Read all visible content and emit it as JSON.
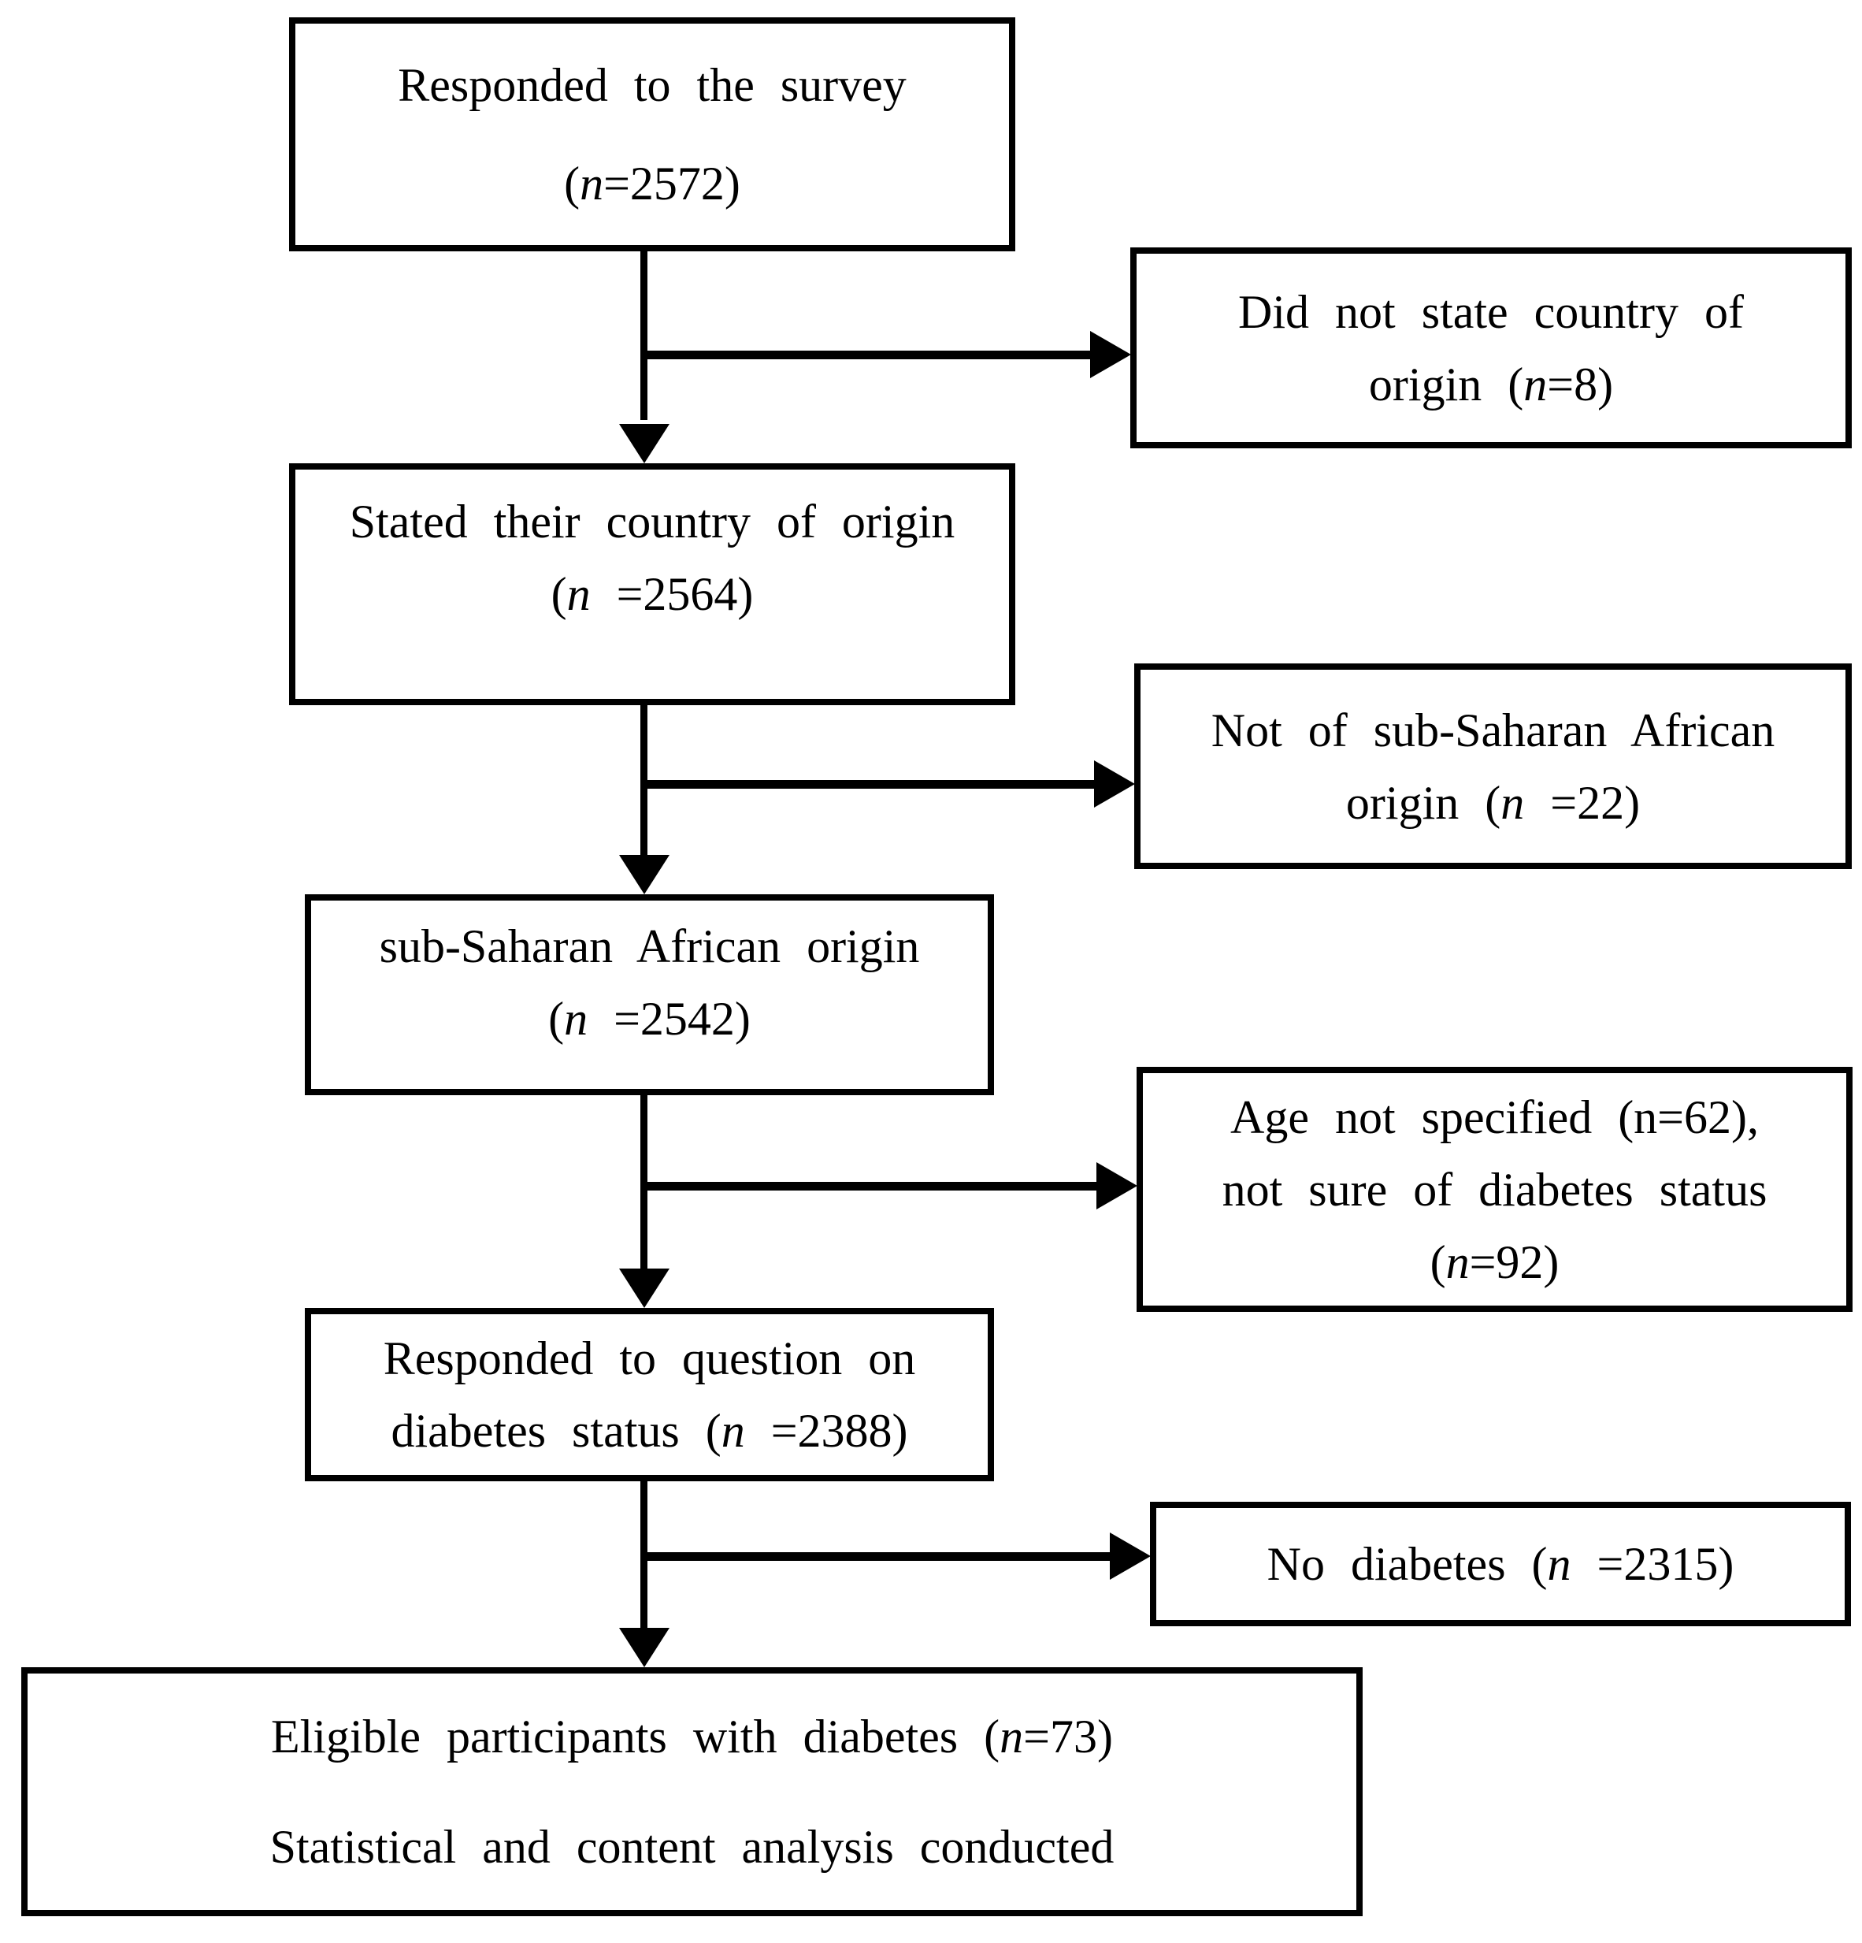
{
  "figure": {
    "type": "flowchart",
    "colors": {
      "background": "#ffffff",
      "stroke": "#000000",
      "text": "#000000"
    },
    "nodes": {
      "responded_survey": {
        "line1": "Responded to the survey",
        "count_pre": "(",
        "count_n": "n",
        "count_rest": "=2572)"
      },
      "did_not_state_country": {
        "line1": "Did not state country of",
        "count_pre": "origin (",
        "count_n": "n",
        "count_rest": "=8)"
      },
      "stated_country": {
        "line1": "Stated their country of origin",
        "count_pre": "(",
        "count_n": "n",
        "count_rest": " =2564)"
      },
      "not_sub_saharan": {
        "line1": "Not of sub-Saharan African",
        "count_pre": "origin (",
        "count_n": "n",
        "count_rest": " =22)"
      },
      "sub_saharan_origin": {
        "line1": "sub-Saharan African origin",
        "count_pre": "(",
        "count_n": "n",
        "count_rest": " =2542)"
      },
      "age_not_specified": {
        "line1": "Age not specified (n=62),",
        "line2": "not sure of diabetes status",
        "count_pre": "(",
        "count_n": "n",
        "count_rest": "=92)"
      },
      "responded_diabetes_question": {
        "line1": "Responded to question on",
        "count_pre": "diabetes status (",
        "count_n": "n",
        "count_rest": " =2388)"
      },
      "no_diabetes": {
        "count_pre": "No diabetes (",
        "count_n": "n",
        "count_rest": " =2315)"
      },
      "eligible_participants": {
        "count_pre": "Eligible participants with diabetes (",
        "count_n": "n",
        "count_rest": "=73)",
        "line2": "Statistical and content analysis conducted"
      }
    }
  }
}
